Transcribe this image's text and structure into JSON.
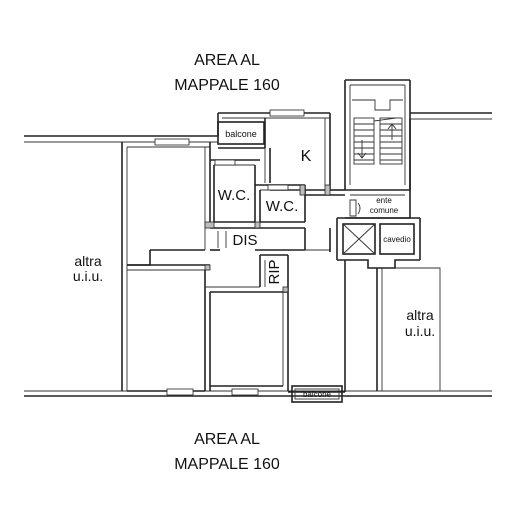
{
  "plan": {
    "area_top": {
      "line1": "AREA AL",
      "line2": "MAPPALE 160"
    },
    "area_bottom": {
      "line1": "AREA AL",
      "line2": "MAPPALE 160"
    },
    "left_unit": {
      "line1": "altra",
      "line2": "u.i.u."
    },
    "right_unit": {
      "line1": "altra",
      "line2": "u.i.u."
    },
    "rooms": {
      "kitchen": "K",
      "wc1": "W.C.",
      "wc2": "W.C.",
      "dis": "DIS",
      "rip": "RIP",
      "balcone_top": "balcone",
      "balcone_bottom": "balcone",
      "ente_line1": "ente",
      "ente_line2": "comune",
      "cavedio": "cavedio"
    }
  }
}
